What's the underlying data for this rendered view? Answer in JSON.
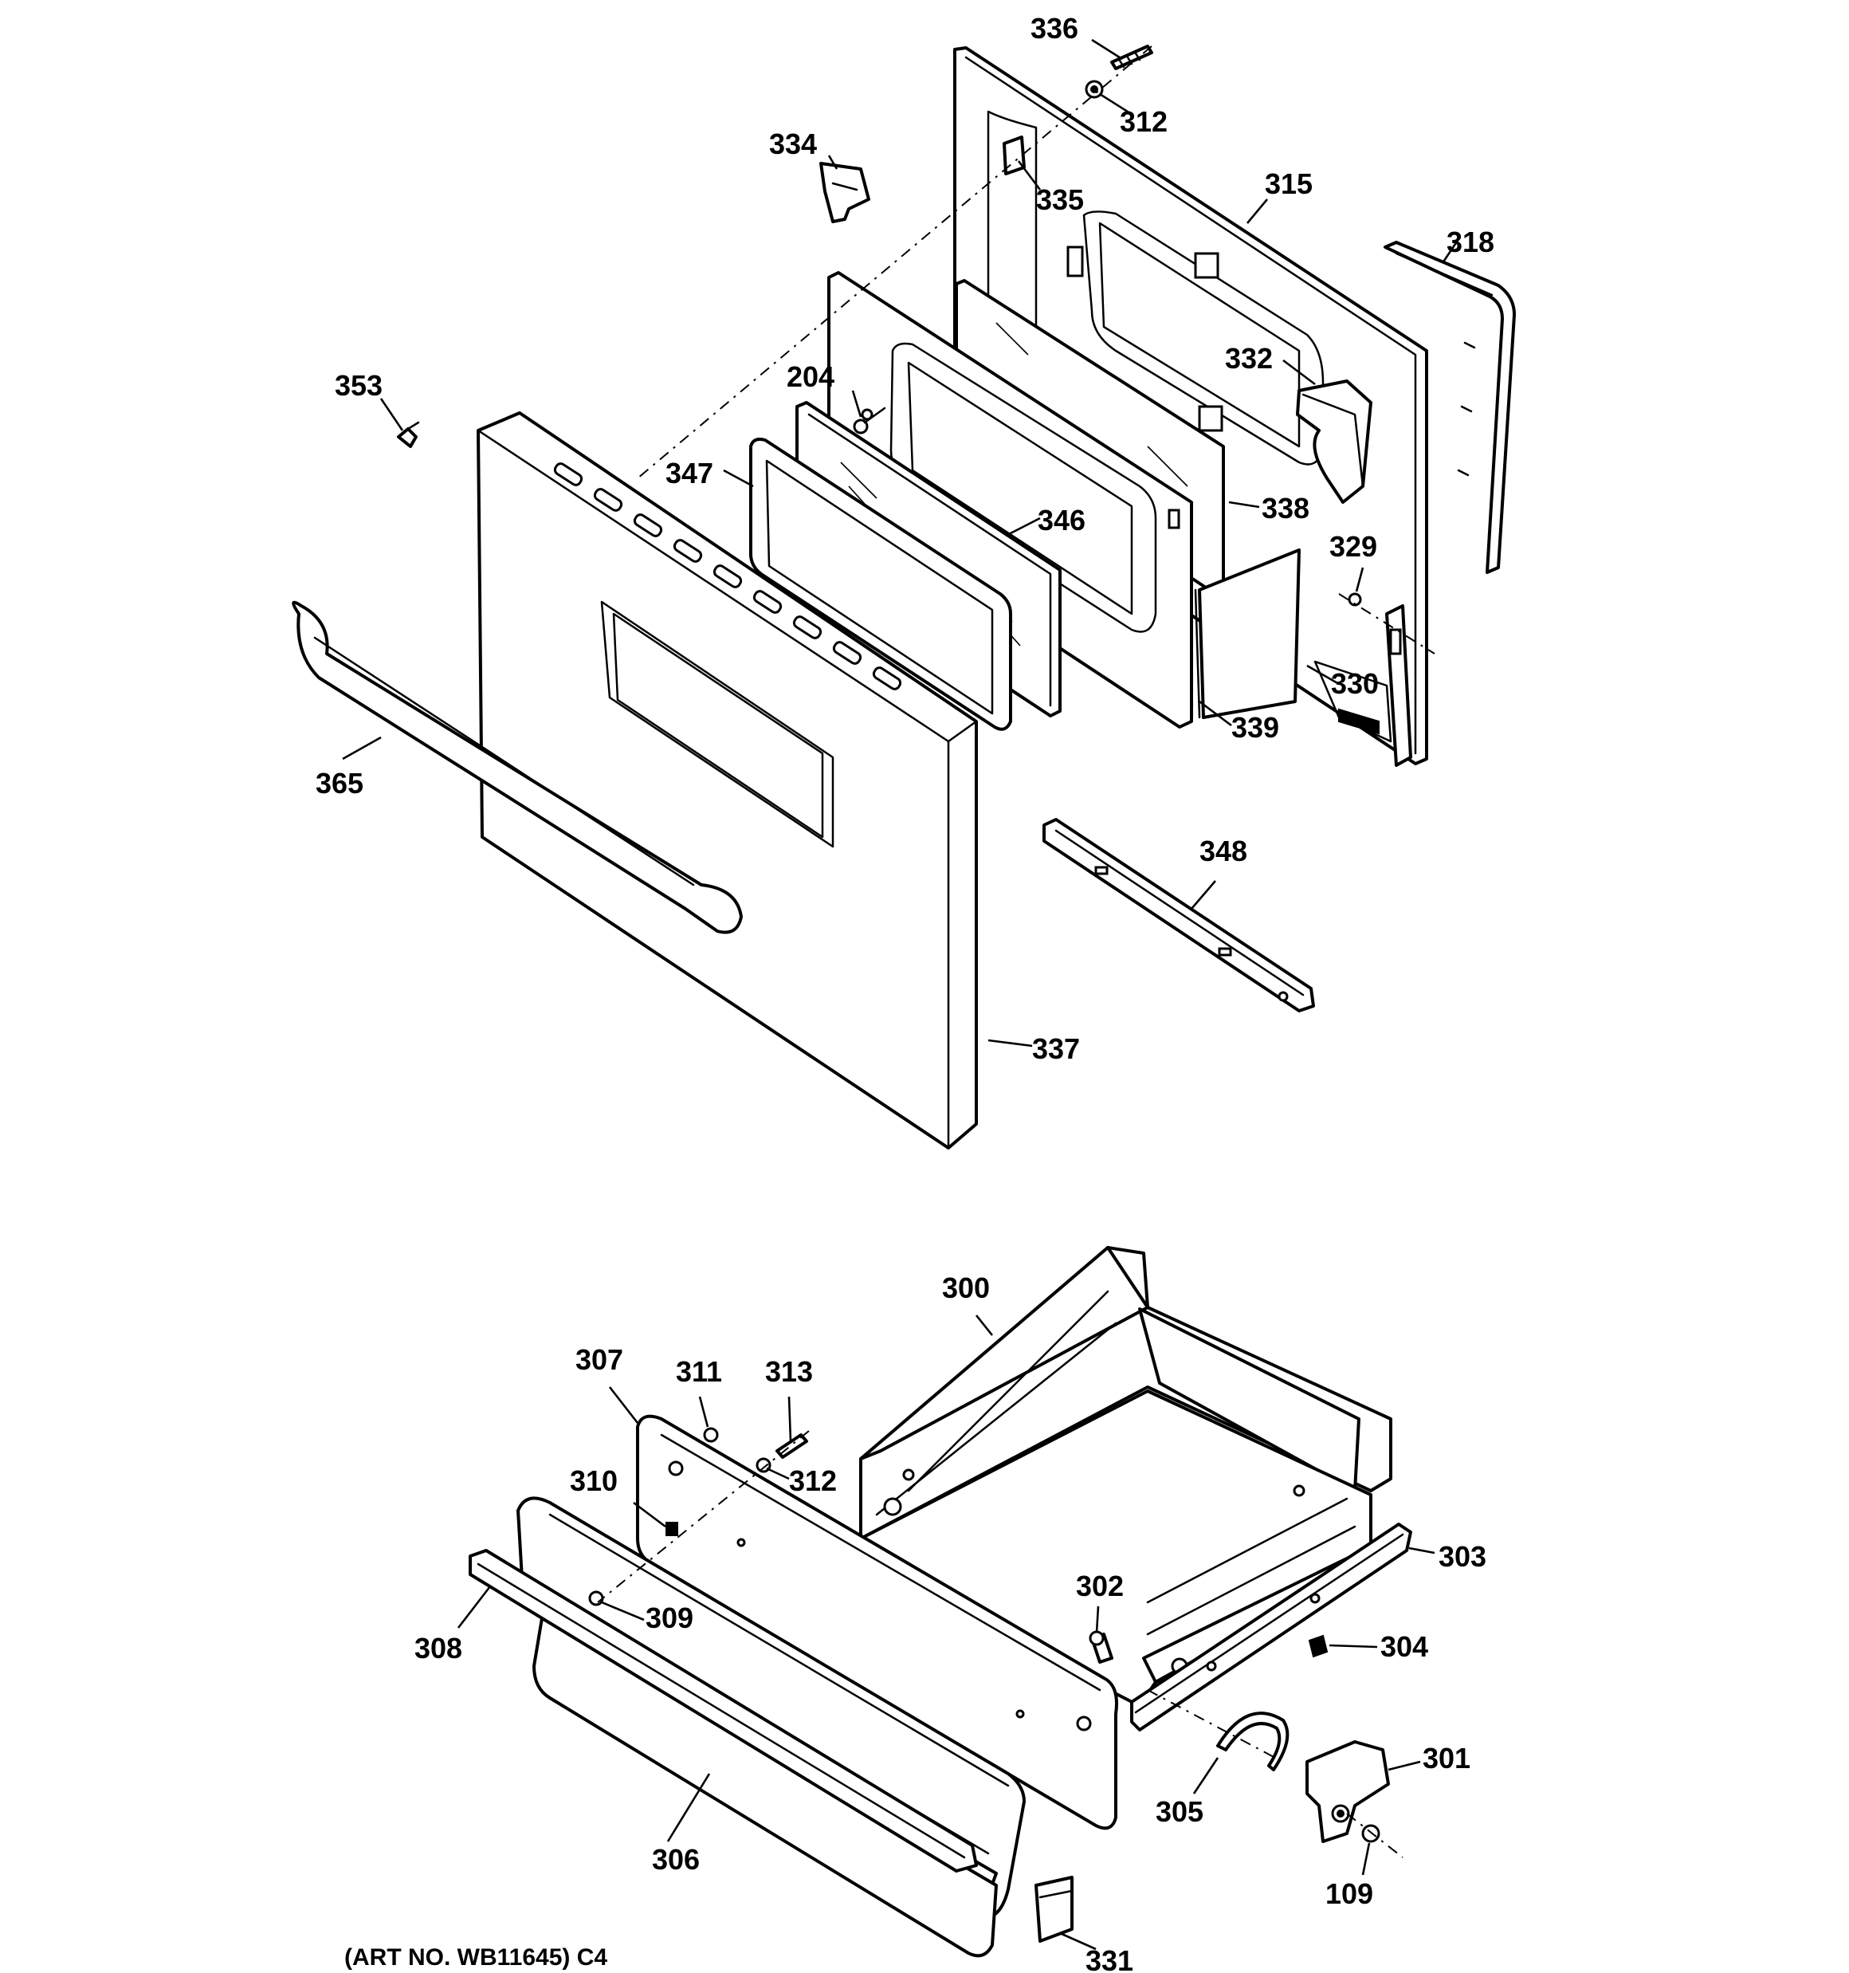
{
  "diagram": {
    "art_number": "(ART NO. WB11645) C4",
    "callouts": [
      {
        "id": "336",
        "label": "336"
      },
      {
        "id": "312a",
        "label": "312"
      },
      {
        "id": "334",
        "label": "334"
      },
      {
        "id": "335",
        "label": "335"
      },
      {
        "id": "315",
        "label": "315"
      },
      {
        "id": "318",
        "label": "318"
      },
      {
        "id": "332",
        "label": "332"
      },
      {
        "id": "353",
        "label": "353"
      },
      {
        "id": "204",
        "label": "204"
      },
      {
        "id": "347",
        "label": "347"
      },
      {
        "id": "346",
        "label": "346"
      },
      {
        "id": "338",
        "label": "338"
      },
      {
        "id": "329",
        "label": "329"
      },
      {
        "id": "330",
        "label": "330"
      },
      {
        "id": "339",
        "label": "339"
      },
      {
        "id": "365",
        "label": "365"
      },
      {
        "id": "348",
        "label": "348"
      },
      {
        "id": "337",
        "label": "337"
      },
      {
        "id": "300",
        "label": "300"
      },
      {
        "id": "307",
        "label": "307"
      },
      {
        "id": "311",
        "label": "311"
      },
      {
        "id": "313",
        "label": "313"
      },
      {
        "id": "310",
        "label": "310"
      },
      {
        "id": "312b",
        "label": "312"
      },
      {
        "id": "303",
        "label": "303"
      },
      {
        "id": "302",
        "label": "302"
      },
      {
        "id": "304",
        "label": "304"
      },
      {
        "id": "309",
        "label": "309"
      },
      {
        "id": "308",
        "label": "308"
      },
      {
        "id": "301",
        "label": "301"
      },
      {
        "id": "305",
        "label": "305"
      },
      {
        "id": "306",
        "label": "306"
      },
      {
        "id": "109",
        "label": "109"
      },
      {
        "id": "331",
        "label": "331"
      }
    ]
  }
}
